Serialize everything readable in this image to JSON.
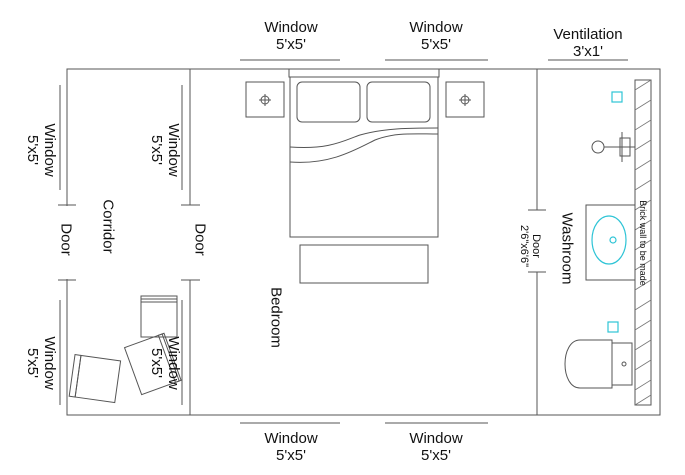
{
  "labels": {
    "top_window_left": "Window\n5'x5'",
    "top_window_right": "Window\n5'x5'",
    "ventilation": "Ventilation\n3'x1'",
    "bottom_window_left": "Window\n5'x5'",
    "bottom_window_right": "Window\n5'x5'",
    "left_window_top": "Window\n5'x5'",
    "left_window_bottom": "Window\n5'x5'",
    "inner_window_top": "Window\n5'x5'",
    "inner_window_bottom": "Window\n5'x5'",
    "corridor": "Corridor",
    "left_door": "Door",
    "inner_door": "Door",
    "bedroom": "Bedroom",
    "washroom": "Washroom",
    "washroom_door": "Door\n2'6\"x6'6\"",
    "brick_wall": "Brick wall to be made"
  },
  "colors": {
    "line": "#555555",
    "accent_cyan": "#2ec4d6"
  }
}
